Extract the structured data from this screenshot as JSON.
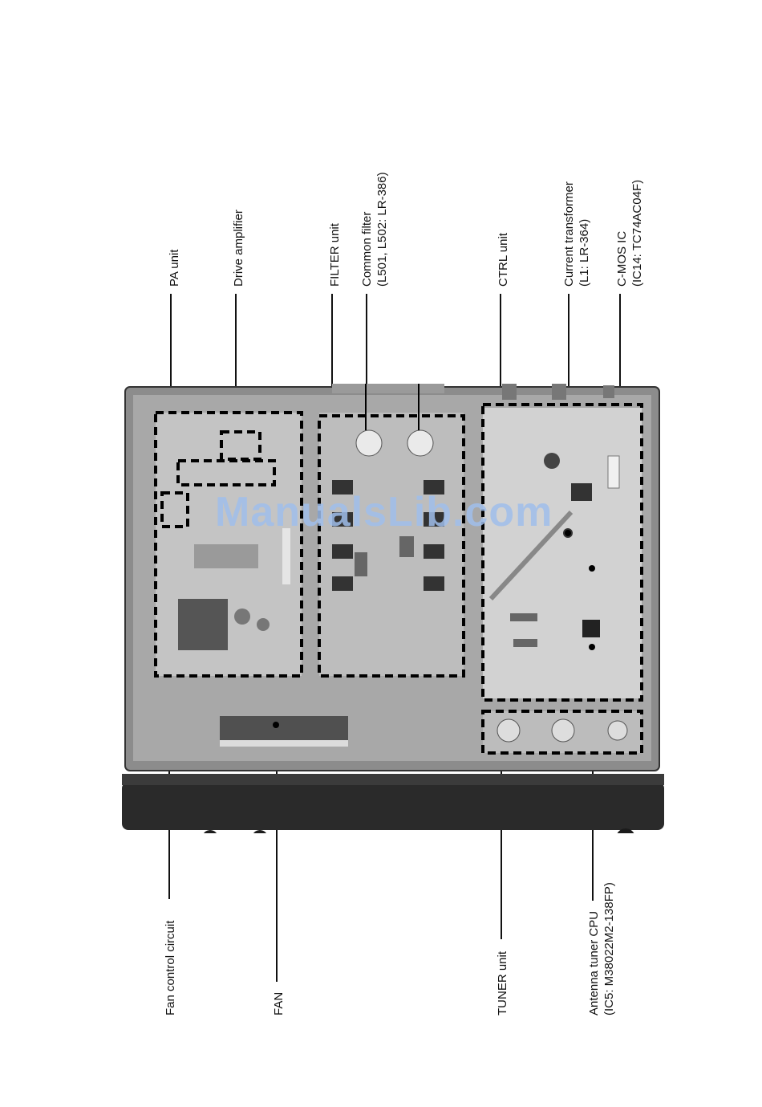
{
  "labels": {
    "pa_unit": "PA unit",
    "drive_amplifier": "Drive amplifier",
    "filter_unit": "FILTER unit",
    "common_filter_line1": "Common filter",
    "common_filter_line2": "(L501, L502: LR-386)",
    "ctrl_unit": "CTRL unit",
    "current_transformer_line1": "Current transformer",
    "current_transformer_line2": "(L1: LR-364)",
    "cmos_ic_line1": "C-MOS IC",
    "cmos_ic_line2": "(IC14: TC74AC04F)",
    "fan_control_circuit": "Fan control circuit",
    "fan": "FAN",
    "tuner_unit": "TUNER unit",
    "antenna_tuner_cpu_line1": "Antenna tuner CPU",
    "antenna_tuner_cpu_line2": "(IC5: M38022M2-138FP)"
  },
  "watermark": "ManualsLib.com",
  "colors": {
    "chassis": "#9a9a9a",
    "board": "#cfcfcf",
    "panel": "#2a2a2a",
    "watermark": "#a0bee9"
  }
}
